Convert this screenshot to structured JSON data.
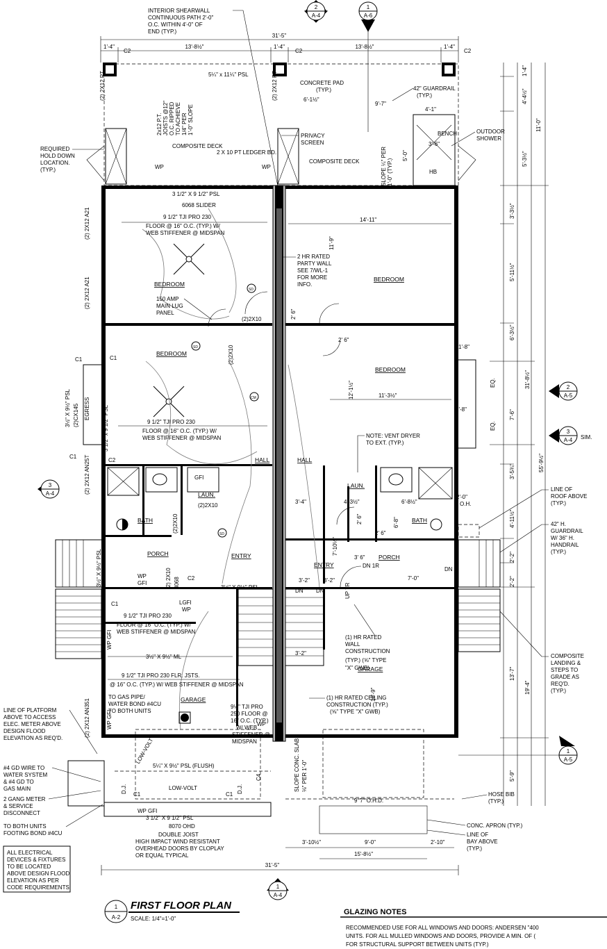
{
  "title": {
    "label": "FIRST FLOOR PLAN",
    "scale": "SCALE: 1/4\"=1'-0\"",
    "bubble_num": "1",
    "bubble_sheet": "A-2"
  },
  "section_markers": [
    {
      "num": "2",
      "sheet": "A-4"
    },
    {
      "num": "1",
      "sheet": "A-6"
    },
    {
      "num": "3",
      "sheet": "A-4"
    },
    {
      "num": "2",
      "sheet": "A-5"
    },
    {
      "num": "3",
      "sheet": "A-4"
    },
    {
      "num": "1",
      "sheet": "A-5"
    },
    {
      "num": "1",
      "sheet": "A-4"
    }
  ],
  "sim": "SIM.",
  "dimensions": {
    "overall_top": "31'-5\"",
    "top_1": "1'-4\"",
    "top_2": "13'-8½\"",
    "top_3": "1'-4\"",
    "top_4": "13'-8½\"",
    "top_5": "1'-4\"",
    "overall_bottom": "31'-5\"",
    "right_1": "1'-4\"",
    "right_2": "4'-4½\"",
    "right_3": "5'-3½\"",
    "right_4": "11'-0\"",
    "right_5": "3'-3½\"",
    "right_6": "5'-11½\"",
    "right_7": "6'-3½\"",
    "right_8": "7'-6\"",
    "right_9": "31'-8½\"",
    "right_10": "3'-5¾\"",
    "right_11": "55'-9½\"",
    "right_12": "4'-11½\"",
    "right_13": "2'-2\"",
    "right_14": "2'-2\"",
    "right_15": "13'-7\"",
    "right_16": "19'-4\"",
    "right_17": "5'-9\"",
    "eq1": "EQ.",
    "eq2": "EQ.",
    "bath_w": "1'-8\"",
    "bath_w2": "1'-8\"",
    "d_14_11": "14'-11\"",
    "d_11_9": "11'-9\"",
    "d_2_6a": "2' 6\"",
    "d_2_6b": "2' 6\"",
    "d_12_1": "12'-1½\"",
    "d_11_3": "11'-3½\"",
    "d_3_4": "3'-4\"",
    "d_4_3": "4'-3½\"",
    "d_6_8": "6'-8½\"",
    "d_2_6c": "2' 6\"",
    "d_6_8b": "6'-8\"",
    "d_7_10": "7'-10½\"",
    "d_2_6d": "2' 6\"",
    "d_3_6": "3' 6\"",
    "d_7_0": "7'-0\"",
    "d_3_2": "3'-2\"",
    "d_3_2b": "3'-2\"",
    "d_18_9": "18'-9\"",
    "d_3_10": "3'-10½\"",
    "d_9_0": "9'-0\"",
    "d_2_10": "2'-10\"",
    "d_15_8": "15'-8½\"",
    "d_9_7": "9'-7\"",
    "d_4_1": "4'-1\"",
    "d_6_1": "6'-1½\"",
    "d_3_6b": "3'-6\"",
    "d_5_0": "5'-0\"",
    "d_2_0": "2'-0\"",
    "oh": "O.H."
  },
  "rooms": {
    "bedroom_1": "BEDROOM",
    "bedroom_2": "BEDROOM",
    "bedroom_3": "BEDROOM",
    "bedroom_4": "BEDROOM",
    "hall_1": "HALL",
    "hall_2": "HALL",
    "bath_1": "BATH",
    "bath_2": "BATH",
    "laun_1": "LAUN.",
    "laun_2": "LAUN.",
    "porch_1": "PORCH",
    "porch_2": "PORCH",
    "entry_1": "ENTRY",
    "entry_2": "ENTRY",
    "garage_1": "GARAGE",
    "garage_2": "GARAGE",
    "deck_1": "COMPOSITE DECK",
    "deck_2": "COMPOSITE DECK",
    "egress": "EGRESS",
    "hb": "HB",
    "bench": "BENCH"
  },
  "notes": {
    "shearwall": [
      "INTERIOR SHEARWALL",
      "CONTINUOUS PATH 2'-0\"",
      "O.C. WITHIN 4'-0\" OF",
      "END (TYP.)"
    ],
    "psl_top": "5¼\" x 11¼\" PSL",
    "concrete_pad": [
      "CONCRETE PAD",
      "(TYP.)"
    ],
    "guardrail_42": [
      "42\" GUARDRAIL",
      "(TYP.)"
    ],
    "outdoor_shower": [
      "OUTDOOR",
      "SHOWER"
    ],
    "privacy_screen": [
      "PRIVACY",
      "SCREEN"
    ],
    "slope": [
      "SLOPE ¼\" PER",
      "1'-0\" (TYP.)"
    ],
    "joists": [
      "2x12 P.T.",
      "JOISTS @12\"",
      "O.C. RIPPED",
      "TO ACHIEVE",
      "1/4\" PER",
      "1'-0\" SLOPE"
    ],
    "ledger": "2 X 10 PT LEDGER BD.",
    "hold_down": [
      "REQUIRED",
      "HOLD DOWN",
      "LOCATION.",
      "(TYP.)"
    ],
    "psl_slider": "3 1/2\" X 9 1/2\" PSL",
    "slider": "6068 SLIDER",
    "tji_1": "9 1/2\" TJI PRO 230",
    "floor_1": "FLOOR @ 16\" O.C. (TYP.) W/",
    "stiff_1": "WEB STIFFENER @ MIDSPAN",
    "party_wall": [
      "2 HR RATED",
      "PARTY WALL",
      "SEE 7/WL-1",
      "FOR MORE",
      "INFO."
    ],
    "panel": [
      "150 AMP",
      "MAIN LUG",
      "PANEL"
    ],
    "hdr_2x10a": "(2)2X10",
    "hdr_2x10b": "(2)2X10",
    "hdr_2x10c": "(2)2X10",
    "hdr_2x10d": "(2)2X10",
    "beam_2x12_a": "(2) 2X12 A21",
    "beam_2x12_b": "(2) 2X12 A21",
    "beam_2x12_c": "(2) 2X12 PT",
    "beam_2x12_d": "(2) 2X12 PT",
    "beam_2x12_e": "(2) 2X12 AN25T",
    "beam_2x12_f": "(2) 2X12 AN351",
    "egress_hdr": "(2)CX145",
    "psl_side": "3 1/2\" x 9 1/2\" PSL",
    "psl_side2": "3½\" X 9½\" PSL",
    "tji_2": "9 1/2\" TJI PRO 230",
    "floor_2": "FLOOR @ 16\" O.C. (TYP.) W/",
    "stiff_2": "WEB STIFFENER @ MIDSPAN",
    "vent_dryer": [
      "NOTE: VENT DRYER",
      "TO EXT. (TYP.)"
    ],
    "roof_line": [
      "LINE OF",
      "ROOF ABOVE",
      "(TYP.)"
    ],
    "guardrail_handrail": [
      "42\" H.",
      "GUARDRAIL",
      "W/ 36\" H.",
      "HANDRAIL",
      "(TYP.)"
    ],
    "psl_entry": "3½\" X 9½\" PSL",
    "dn_1": "DN",
    "dn_2": "DN",
    "dn_3": "DN",
    "dn_4": "DN 1R",
    "up": "UP 7R",
    "tji_3": "9 1/2\" TJI PRO 230",
    "floor_3": "FLOOR @ 16\" O.C. (TYP.) W/",
    "stiff_3": "WEB STIFFENER @ MIDSPAN",
    "ml": "3½\" X 9½\" ML",
    "tji_4": "9 1/2\" TJI PRO 230 FLR. JSTS.",
    "floor_4": "@ 16\" O.C. (TYP.) W/ WEB STIFFENER @ MIDSPAN",
    "wall_hr": [
      "(1) HR RATED",
      "WALL",
      "CONSTRUCTION",
      "(TYP.) (⅝\" TYPE",
      "\"X\" GWB)"
    ],
    "ceiling_hr": [
      "(1) HR RATED CEILING",
      "CONSTRUCTION (TYP.)",
      "(⅝\" TYPE \"X\" GWB)"
    ],
    "composite_landing": [
      "COMPOSITE",
      "LANDING &",
      "STEPS TO",
      "GRADE AS",
      "REQ'D.",
      "(TYP.)"
    ],
    "gas_pipe": [
      "TO GAS PIPE/",
      "WATER BOND #4CU",
      "TO BOTH UNITS"
    ],
    "platform": [
      "LINE OF PLATFORM",
      "ABOVE TO ACCESS",
      "ELEC. METER ABOVE",
      "DESIGN FLOOD",
      "ELEVATION AS REQ'D."
    ],
    "tji_garage": [
      "9½\" TJI PRO",
      "250 FLOOR @",
      "16\" O.C. (TYP.)",
      "W/ WEB",
      "STIFFENER @",
      "MIDSPAN"
    ],
    "psl_flush": "5¼\" X 9½\" PSL (FLUSH)",
    "low_volt_1": "LOW-VOLT",
    "low_volt_2": "LOW-VOLT",
    "gd_wire": [
      "#4 GD WIRE TO",
      "WATER SYSTEM",
      "& #4 GD TO",
      "GAS MAIN"
    ],
    "meter": [
      "2 GANG METER",
      "& SERVICE",
      "DISCONNECT"
    ],
    "footing_bond": [
      "TO BOTH UNITS",
      "FOOTING BOND #4CU"
    ],
    "slab": [
      "SLOPE CONC. SLAB",
      "⅛\" PER 1'-0\""
    ],
    "ohd_1": "9' 7\" O.H.D.",
    "hose_bib": [
      "HOSE BIB",
      "(TYP.)"
    ],
    "apron": "CONC. APRON (TYP.)",
    "bay": [
      "LINE OF",
      "BAY ABOVE",
      "(TYP.)"
    ],
    "psl_garage": "3 1/2\" X 9 1/2\" PSL",
    "ohd_2": "8070 OHD",
    "double_joist": "DOUBLE JOIST",
    "overhead": [
      "HIGH IMPACT WIND RESISTANT",
      "OVERHEAD DOORS BY CLOPLAY",
      "OR EQUAL TYPICAL"
    ],
    "electrical": [
      "ALL ELECTRICAL",
      "DEVICES & FIXTURES",
      "TO BE LOCATED",
      "ABOVE DESIGN FLOOD",
      "ELEVATION AS PER",
      "CODE REQUIREMENTS"
    ],
    "dj_1": "D.J.",
    "dj_2": "D.J.",
    "hdr_3068": "3068",
    "hdr_2x10e": "(2) 2X10",
    "c4": "C4"
  },
  "tags": [
    "C2",
    "C2",
    "C2",
    "C1",
    "C1",
    "C2",
    "C1",
    "C2",
    "C1",
    "C1",
    "C2",
    "C1"
  ],
  "devices": {
    "wp": "WP",
    "gfi": "GFI",
    "sd": "SD",
    "cm": "CM",
    "wp_gfi": "WP GFI",
    "lgfi": "LGFI"
  },
  "glazing": {
    "title": "GLAZING NOTES",
    "lines": [
      "RECOMMENDED USE FOR ALL WINDOWS AND DOORS: ANDERSEN \"400",
      "UNITS. FOR ALL MULLED WINDOWS AND DOORS, PROVIDE A MIN. OF (",
      "FOR STRUCTURAL SUPPORT BETWEEN UNITS (TYP.)"
    ]
  }
}
